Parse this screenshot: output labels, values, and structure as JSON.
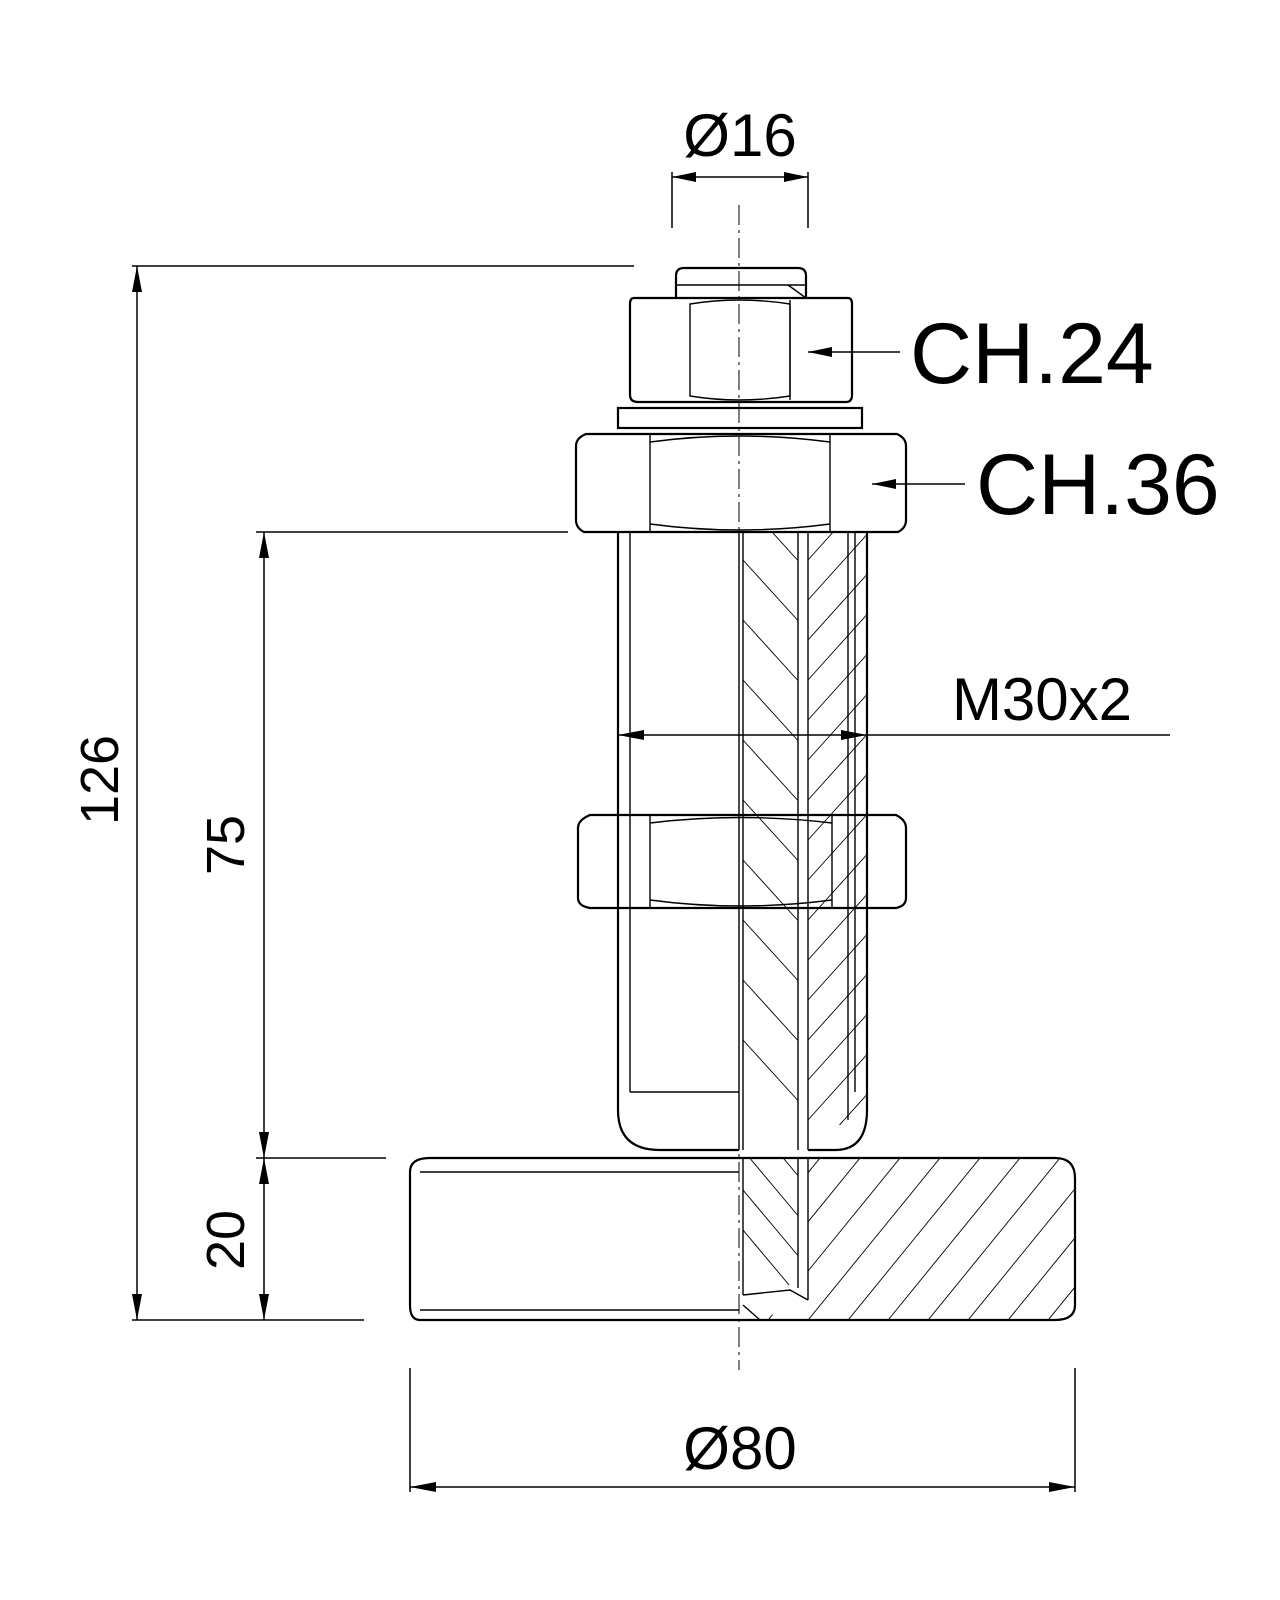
{
  "drawing": {
    "labels": {
      "thread_tip_dia": "Ø16",
      "small_nut": "CH.24",
      "large_nut": "CH.36",
      "thread": "M30x2",
      "total_height": "126",
      "thread_length": "75",
      "base_height": "20",
      "base_dia": "Ø80"
    },
    "colors": {
      "line": "#000000",
      "background": "#ffffff"
    }
  }
}
